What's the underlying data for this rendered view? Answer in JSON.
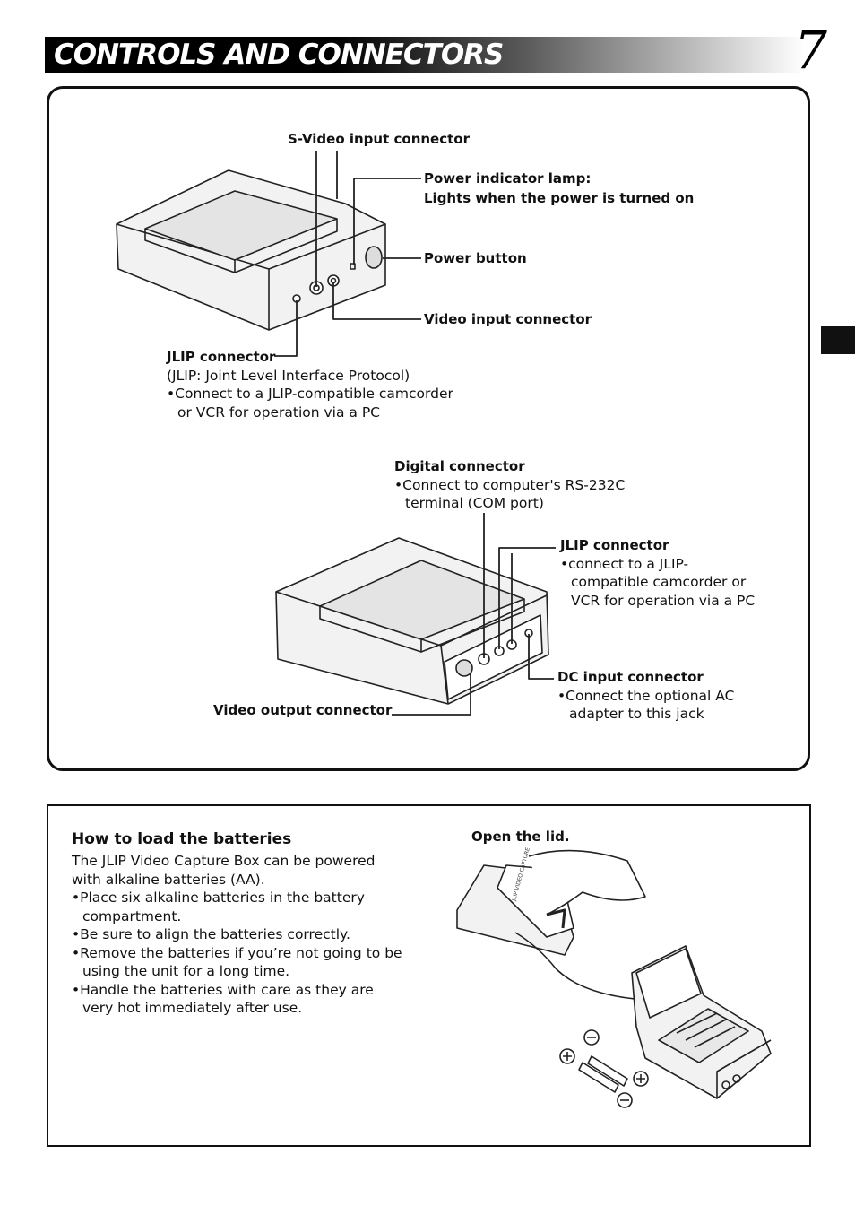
{
  "header": {
    "title": "CONTROLS AND CONNECTORS",
    "page_number": "7"
  },
  "front_view": {
    "svideo": "S-Video input connector",
    "power_lamp": [
      "Power indicator lamp:",
      "Lights when the power is turned on"
    ],
    "power_button": "Power button",
    "video_input": "Video input connector",
    "jlip": {
      "title": "JLIP connector",
      "note": "(JLIP: Joint Level Interface Protocol)",
      "bullet": [
        "•Connect to a JLIP-compatible camcorder",
        "or VCR for operation via a PC"
      ]
    }
  },
  "rear_view": {
    "digital": {
      "title": "Digital connector",
      "bullet": [
        "•Connect to computer's RS-232C",
        "terminal (COM port)"
      ]
    },
    "jlip": {
      "title": "JLIP connector",
      "bullet": [
        "•connect to a JLIP-",
        "compatible camcorder or",
        "VCR for operation via a PC"
      ]
    },
    "dc_input": {
      "title": "DC input connector",
      "bullet": [
        "•Connect the optional AC",
        "adapter to this jack"
      ]
    },
    "video_output": "Video output connector"
  },
  "batteries": {
    "heading": "How to load the batteries",
    "intro": [
      "The JLIP Video Capture Box can be powered",
      "with alkaline batteries (AA)."
    ],
    "bullets": [
      [
        "•Place six alkaline batteries in the battery",
        "compartment."
      ],
      [
        "•Be sure to align the batteries correctly."
      ],
      [
        "•Remove the batteries if you’re not going to be",
        "using the unit for a long time."
      ],
      [
        "•Handle the batteries with care as they are",
        "very hot immediately after use."
      ]
    ],
    "caption": "Open the lid.",
    "lid_print": "JLIP VIDEO CAPTURE"
  }
}
